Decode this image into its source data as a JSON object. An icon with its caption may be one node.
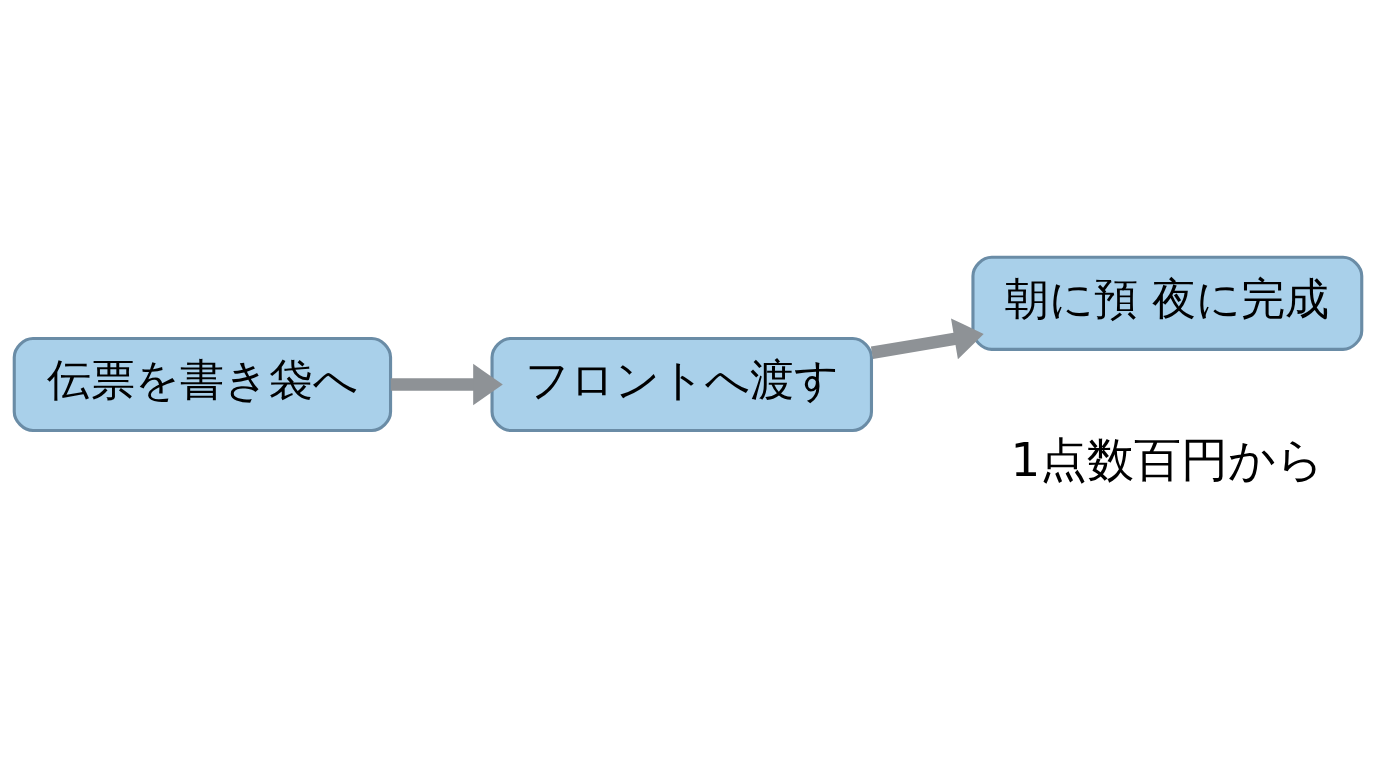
{
  "diagram": {
    "nodes": [
      {
        "text": [
          "伝票を書き袋へ"
        ]
      },
      {
        "text": [
          "フロントへ渡す"
        ]
      },
      {
        "text": [
          "朝に預 夜に完成"
        ]
      }
    ],
    "edges": [
      {
        "from": 0,
        "to": 1,
        "arrow": "to"
      },
      {
        "from": 1,
        "to": 2,
        "arrow": "to"
      }
    ],
    "labels": [
      "1点数百円から"
    ]
  }
}
